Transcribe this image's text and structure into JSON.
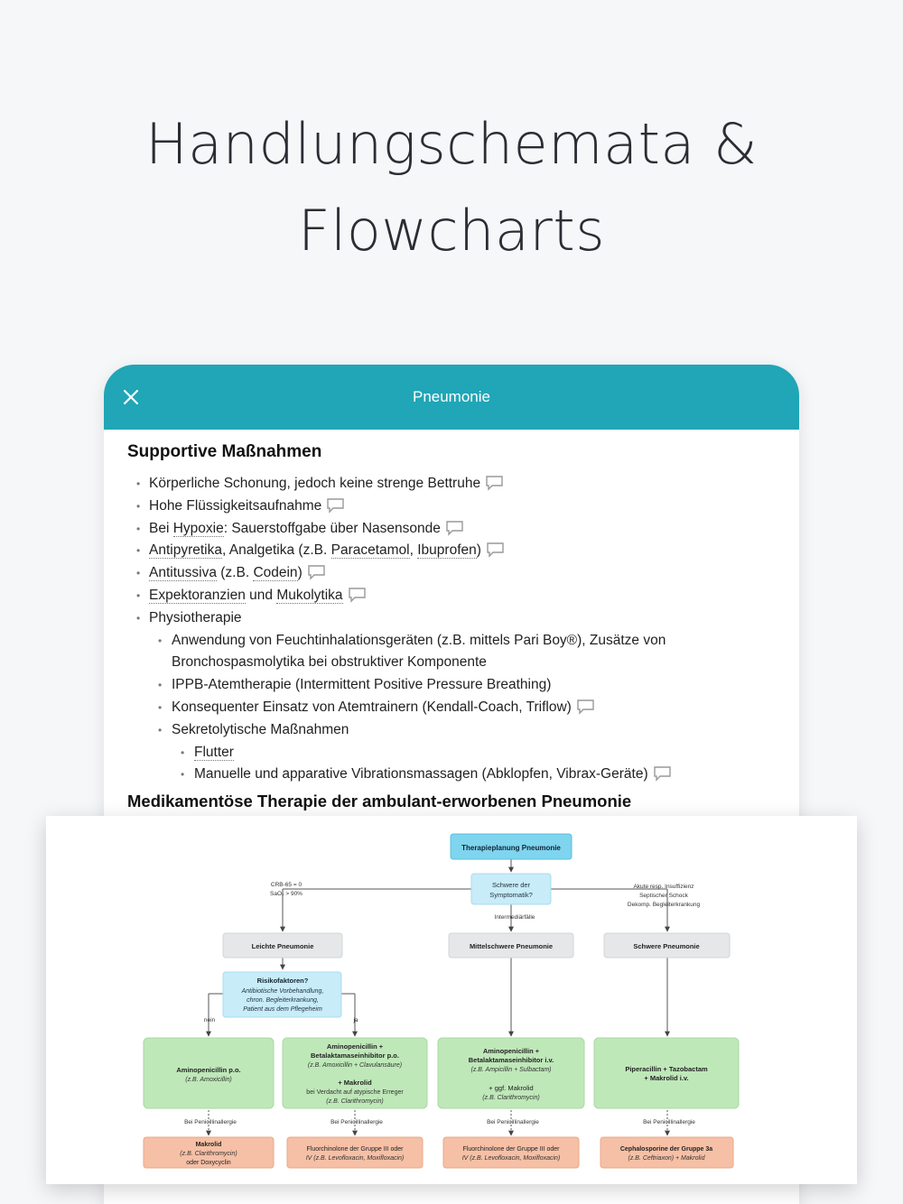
{
  "hero": {
    "line1": "Handlungschemata &",
    "line2": "Flowcharts"
  },
  "appbar": {
    "title": "Pneumonie",
    "close_icon": "close-icon"
  },
  "section1": {
    "title": "Supportive Maßnahmen",
    "items": [
      {
        "pre": "Körperliche Schonung, jedoch keine strenge Bettruhe"
      },
      {
        "pre": "Hohe Flüssigkeitsaufnahme"
      },
      {
        "pre": "Bei ",
        "link": "Hypoxie",
        "post": ": Sauerstoffgabe über Nasensonde"
      },
      {
        "link1": "Antipyretika",
        "mid1": ", Analgetika (z.B. ",
        "link2": "Paracetamol",
        "mid2": ", ",
        "link3": "Ibuprofen",
        "post": ")"
      },
      {
        "link": "Antitussiva",
        "mid": " (z.B. ",
        "link2": "Codein",
        "post": ")"
      },
      {
        "link": "Expektoranzien",
        "mid": " und ",
        "link2": "Mukolytika"
      },
      {
        "pre": "Physiotherapie"
      }
    ],
    "physio": [
      "Anwendung von Feuchtinhalationsgeräten (z.B. mittels Pari Boy®), Zusätze von Bronchospasmolytika bei obstruktiver Komponente",
      "IPPB-Atemtherapie (Intermittent Positive Pressure Breathing)",
      "Konsequenter Einsatz von Atemtrainern (Kendall-Coach, Triflow)",
      "Sekretolytische Maßnahmen"
    ],
    "sekretolyse": [
      "Flutter",
      "Manuelle und apparative Vibrationsmassagen (Abklopfen, Vibrax-Geräte)"
    ]
  },
  "section2": {
    "title": "Medikamentöse Therapie der ambulant-erworbenen Pneumonie"
  },
  "flowchart": {
    "root": "Therapieplanung Pneumonie",
    "question_l1": "Schwere der",
    "question_l2": "Symptomatik?",
    "left_cond_l1": "CRB-65 = 0",
    "left_cond_l2": "SaO₂ > 90%",
    "mid_cond": "Intermediärfälle",
    "right_cond_l1": "Akute resp. Insuffizienz",
    "right_cond_l2": "Septischer Schock",
    "right_cond_l3": "Dekomp. Begleiterkrankung",
    "level_light": "Leichte Pneumonie",
    "level_mid": "Mittelschwere Pneumonie",
    "level_severe": "Schwere Pneumonie",
    "risk_title": "Risikofaktoren?",
    "risk_l1": "Antibiotische Vorbehandlung,",
    "risk_l2": "chron. Begleiterkrankung,",
    "risk_l3": "Patient aus dem Pflegeheim",
    "no": "nein",
    "yes": "ja",
    "t1_title": "Aminopenicillin p.o.",
    "t1_sub": "(z.B. Amoxicillin)",
    "t2_l1": "Aminopenicillin +",
    "t2_l2": "Betalaktamaseinhibitor p.o.",
    "t2_l3": "(z.B. Amoxicillin + Clavulansäure)",
    "t2_l4": "+ Makrolid",
    "t2_l5": "bei Verdacht auf atypische Erreger",
    "t2_l6": "(z.B. Clarithromycin)",
    "t3_l1": "Aminopenicillin +",
    "t3_l2": "Betalaktamaseinhibitor i.v.",
    "t3_l3": "(z.B. Ampicillin + Sulbactam)",
    "t3_l4": "+ ggf. Makrolid",
    "t3_l5": "(z.B. Clarithromycin)",
    "t4_l1": "Piperacillin + Tazobactam",
    "t4_l2": "+ Makrolid i.v.",
    "allergy": "Bei Penicillinallergie",
    "a1_l1": "Makrolid",
    "a1_l2": "(z.B. Clarithromycin)",
    "a1_l3": "oder Doxycyclin",
    "a2_l1": "Fluorchinolone der Gruppe III oder",
    "a2_l2": "IV (z.B. Levofloxacin, Moxifloxacin)",
    "a3_l1": "Fluorchinolone der Gruppe III oder",
    "a3_l2": "IV (z.B. Levofloxacin, Moxifloxacin)",
    "a4_l1": "Cephalosporine der Gruppe 3a",
    "a4_l2": "(z.B. Ceftriaxon) + Makrolid",
    "colors": {
      "blue": "#c8ecf8",
      "grey": "#e6e7e9",
      "green": "#bfe8b9",
      "orange": "#f6c0a6",
      "accent": "#20a6b6"
    }
  }
}
